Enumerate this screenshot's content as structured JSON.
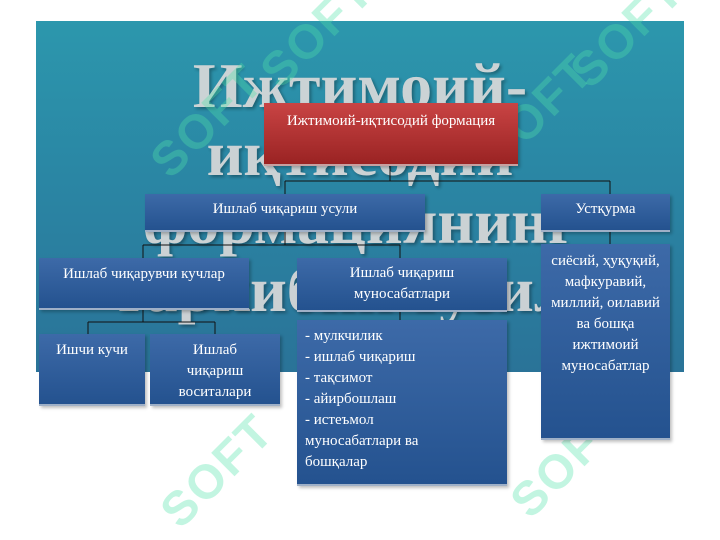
{
  "slide": {
    "title_lines": "Ижтимоий-\nиқтисодий\nформациянинг\nтаркибий тузили",
    "watermark": "SOFT"
  },
  "diagram": {
    "root": "Ижтимоий-иқтисодий формация",
    "mode_of_production": "Ишлаб чиқариш усули",
    "superstructure": "Устқурма",
    "productive_forces": "Ишлаб чиқарувчи кучлар",
    "relations_of_production": "Ишлаб чиқариш муносабатлари",
    "labor_force": "Ишчи кучи",
    "means_of_production": "Ишлаб чиқариш воситалари",
    "relations_list": [
      "- мулкчилик",
      "- ишлаб чиқариш",
      "- тақсимот",
      "- айирбошлаш",
      "- истеъмол муносабатлари ва бошқалар"
    ],
    "superstructure_details": "сиёсий, ҳуқуқий, мафкуравий, миллий, оилавий ва бошқа ижтимоий муносабатлар"
  },
  "colors": {
    "slide_bg": "#2a86a4",
    "box_blue": "#2d5b9a",
    "box_red": "#b23434",
    "title_text": "#d9d9d9",
    "watermark": "#50e1aa"
  }
}
